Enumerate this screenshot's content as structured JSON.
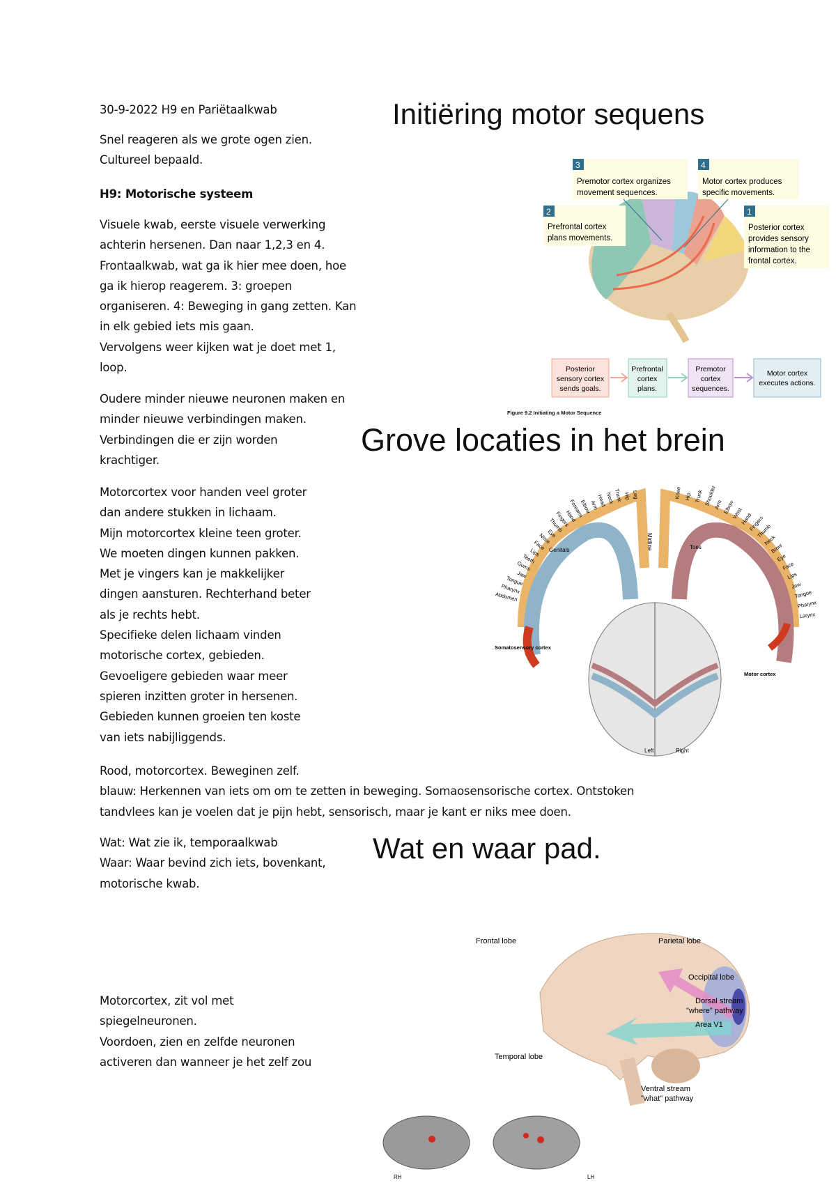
{
  "notes": {
    "date_line": "30-9-2022 H9 en Pariëtaalkwab",
    "intro": "Snel reageren als we grote ogen zien.\nCultureel bepaald.",
    "heading": "H9: Motorische systeem",
    "p_visual": "Visuele kwab, eerste visuele verwerking\nachterin hersenen. Dan naar 1,2,3 en 4.\nFrontaalkwab, wat ga ik hier mee doen, hoe\nga ik hierop reagerem. 3: groepen\norganiseren. 4: Beweging in gang zetten. Kan\nin elk gebied iets mis gaan.\nVervolgens weer kijken wat je doet met 1,\nloop.",
    "p_older": "Oudere minder nieuwe neuronen maken en\nminder nieuwe verbindingen maken.\nVerbindingen die er zijn worden\nkrachtiger.",
    "p_motor": "Motorcortex voor handen veel groter\ndan andere stukken in lichaam.\nMijn motorcortex kleine teen groter.\nWe moeten dingen kunnen pakken.\nMet je vingers kan je makkelijker\ndingen aansturen. Rechterhand beter\nals je rechts hebt.\nSpecifieke delen lichaam vinden\nmotorische cortex, gebieden.\nGevoeligere gebieden waar meer\nspieren inzitten groter in hersenen.\nGebieden kunnen groeien ten koste\nvan iets nabijliggends.",
    "p_colors": "Rood, motorcortex. Beweginen zelf.\nblauw: Herkennen van iets om om te zetten in beweging. Somaosensorische cortex. Ontstoken\ntandvlees kan je voelen dat je pijn hebt, sensorisch, maar je kant er niks mee doen.",
    "p_what_where": "Wat: Wat zie ik, temporaalkwab\nWaar: Waar bevind zich iets, bovenkant,\nmotorische kwab.",
    "p_mirror": "Motorcortex, zit vol met\nspiegelneuronen.\nVoordoen, zien en zelfde neuronen\nactiveren dan wanneer je het zelf zou"
  },
  "slides": {
    "title1": "Initiëring motor sequens",
    "title2": "Grove locaties in het brein",
    "title3": "Wat en waar pad."
  },
  "figure_motor": {
    "callouts": [
      {
        "num": "1",
        "text1": "Posterior cortex",
        "text2": "provides sensory",
        "text3": "information to the",
        "text4": "frontal cortex."
      },
      {
        "num": "2",
        "text1": "Prefrontal cortex",
        "text2": "plans movements."
      },
      {
        "num": "3",
        "text1": "Premotor cortex organizes",
        "text2": "movement sequences."
      },
      {
        "num": "4",
        "text1": "Motor cortex produces",
        "text2": "specific movements."
      }
    ],
    "flow": [
      {
        "l1": "Posterior",
        "l2": "sensory cortex",
        "l3": "sends goals.",
        "color": "#f4c6b8"
      },
      {
        "l1": "Prefrontal",
        "l2": "cortex",
        "l3": "plans.",
        "color": "#c9e8dc"
      },
      {
        "l1": "Premotor",
        "l2": "cortex",
        "l3": "sequences.",
        "color": "#dccbe6"
      },
      {
        "l1": "Motor cortex",
        "l2": "executes actions.",
        "color": "#cfe3ea"
      }
    ],
    "caption": "Figure 9.2 Initiating a Motor Sequence"
  },
  "figure_homunculus": {
    "sensory_labels": [
      "Toes",
      "Genitals",
      "Leg",
      "Hip",
      "Trunk",
      "Neck",
      "Head",
      "Arm",
      "Elbow",
      "Forearm",
      "Hand",
      "Fingers",
      "Thumb",
      "Eye",
      "Nose",
      "Face",
      "Lips",
      "Teeth",
      "Gums",
      "Jaw",
      "Tongue",
      "Pharynx",
      "Abdomen"
    ],
    "motor_labels": [
      "Toes",
      "Knee",
      "Hip",
      "Trunk",
      "Shoulder",
      "Arm",
      "Elbow",
      "Wrist",
      "Hand",
      "Fingers",
      "Thumb",
      "Neck",
      "Brow",
      "Eye",
      "Face",
      "Lips",
      "Jaw",
      "Tongue",
      "Pharynx",
      "Larynx"
    ],
    "somatosensory_caption": "Somatosensory cortex",
    "motor_caption": "Motor cortex",
    "midline": "Midline",
    "left": "Left",
    "right": "Right",
    "colors": {
      "sensory": "#8fb3c8",
      "motor": "#b57c80",
      "body": "#eab468",
      "red": "#d03a20"
    }
  },
  "figure_streams": {
    "frontal": "Frontal lobe",
    "parietal": "Parietal lobe",
    "occipital": "Occipital lobe",
    "dorsal1": "Dorsal stream",
    "dorsal2": "\"where\" pathway",
    "v1": "Area V1",
    "temporal": "Temporal lobe",
    "ventral1": "Ventral stream",
    "ventral2": "\"what\" pathway",
    "rh": "RH",
    "lh": "LH"
  }
}
